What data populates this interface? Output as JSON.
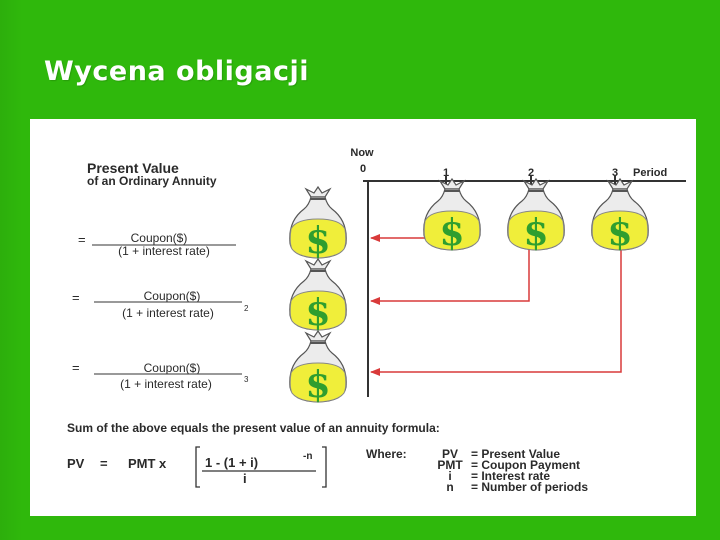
{
  "slide": {
    "title": "Wycena obligacji"
  },
  "diagram": {
    "heading_line1": "Present Value",
    "heading_line2": "of an Ordinary Annuity",
    "timeline": {
      "now_label": "Now",
      "period_label": "Period",
      "ticks": [
        "0",
        "1",
        "2",
        "3"
      ]
    },
    "bag_symbol": "$",
    "terms": [
      {
        "eq": "=",
        "numerator": "Coupon($)",
        "denominator": "(1 + interest rate)",
        "exponent": ""
      },
      {
        "eq": "=",
        "numerator": "Coupon($)",
        "denominator": "(1 + interest rate)",
        "exponent": "2"
      },
      {
        "eq": "=",
        "numerator": "Coupon($)",
        "denominator": "(1 + interest rate)",
        "exponent": "3"
      }
    ],
    "summary": "Sum of the above equals the present value of an annuity formula:",
    "formula": {
      "lhs": "PV",
      "eq": "=",
      "pmt": "PMT x",
      "numerator": "1 - (1 + i)",
      "exponent": "-n",
      "denominator": "i"
    },
    "where_label": "Where:",
    "legend": [
      {
        "sym": "PV",
        "desc": "= Present Value"
      },
      {
        "sym": "PMT",
        "desc": "= Coupon Payment"
      },
      {
        "sym": "i",
        "desc": "= Interest rate"
      },
      {
        "sym": "n",
        "desc": "= Number of periods"
      }
    ],
    "colors": {
      "background": "#2fb80c",
      "arrow": "#d93a3a",
      "bag": "#f0ee3a",
      "dollar": "#2f9e2f"
    }
  }
}
